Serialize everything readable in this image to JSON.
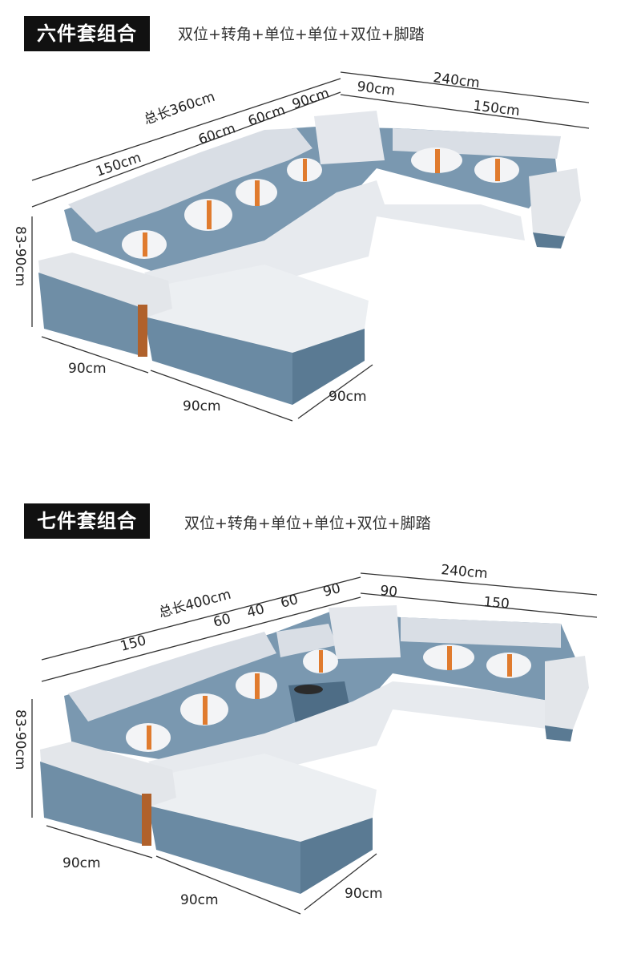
{
  "sections": [
    {
      "title": "六件套组合",
      "composition": "双位+转角+单位+单位+双位+脚踏",
      "dims": {
        "total": "总长360cm",
        "d150": "150cm",
        "d60a": "60cm",
        "d60b": "60cm",
        "d90": "90cm",
        "right_total": "240cm",
        "r90": "90cm",
        "r150": "150cm",
        "height": "83-90cm",
        "depth1": "90cm",
        "depth2": "90cm",
        "depth3": "90cm"
      }
    },
    {
      "title": "七件套组合",
      "composition": "双位+转角+单位+单位+双位+脚踏",
      "dims": {
        "total": "总长400cm",
        "d150": "150",
        "d60": "60",
        "d40": "40",
        "d60b": "60",
        "d90": "90",
        "right_total": "240cm",
        "r90": "90",
        "r150": "150",
        "height": "83-90cm",
        "depth1": "90cm",
        "depth2": "90cm",
        "depth3": "90cm"
      }
    }
  ],
  "colors": {
    "seat_light": "#e6e9ee",
    "frame_blue": "#6f8ea6",
    "accent_orange": "#e07b2e",
    "wood_trim": "#b0612b"
  }
}
